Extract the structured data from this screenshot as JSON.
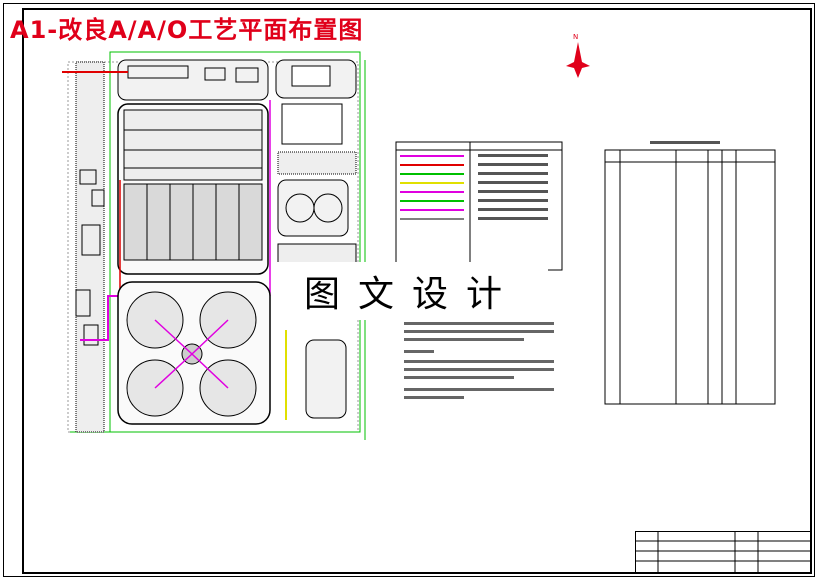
{
  "drawing": {
    "title": "A1-改良A/A/O工艺平面布置图",
    "watermark": "图文设计",
    "north_label": "N",
    "colors": {
      "title_red": "#e0001a",
      "pipe_magenta": "#e000e0",
      "pipe_red": "#e00000",
      "pipe_green": "#00c000",
      "pipe_yellow": "#e0e000",
      "structure_black": "#000000"
    }
  }
}
